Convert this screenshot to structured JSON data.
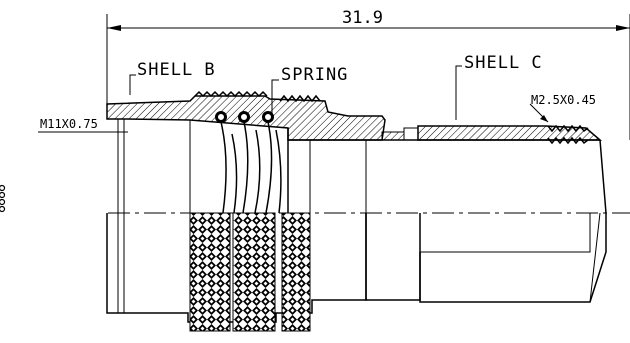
{
  "drawing": {
    "overall_dimension": "31.9",
    "labels": {
      "shell_b": "SHELL B",
      "spring": "SPRING",
      "shell_c": "SHELL C",
      "thread_main": "M11X0.75",
      "thread_small": "M2.5X0.45"
    },
    "colors": {
      "line": "#000000",
      "background": "#ffffff"
    }
  }
}
